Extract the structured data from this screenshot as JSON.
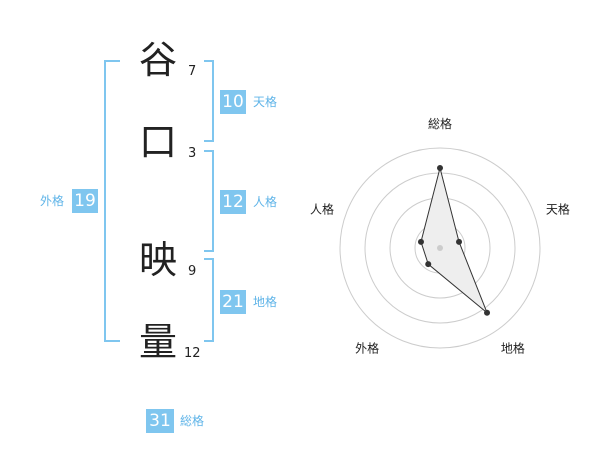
{
  "name_chars": [
    {
      "char": "谷",
      "strokes": "7"
    },
    {
      "char": "口",
      "strokes": "3"
    },
    {
      "char": "映",
      "strokes": "9"
    },
    {
      "char": "量",
      "strokes": "12"
    }
  ],
  "fortunes": {
    "tenkaku": {
      "value": "10",
      "label": "天格"
    },
    "jinkaku": {
      "value": "12",
      "label": "人格"
    },
    "chikaku": {
      "value": "21",
      "label": "地格"
    },
    "gaikaku": {
      "value": "19",
      "label": "外格"
    },
    "soukaku": {
      "value": "31",
      "label": "総格"
    }
  },
  "colors": {
    "accent": "#7fc6ef",
    "accent_text": "#5fb4e8"
  },
  "chart_data": {
    "type": "radar",
    "axes": [
      "総格",
      "天格",
      "地格",
      "外格",
      "人格"
    ],
    "max": 5,
    "rings": 4,
    "values": [
      4,
      1,
      4,
      1,
      1
    ],
    "grid": true,
    "fill": "#eeeeee"
  }
}
